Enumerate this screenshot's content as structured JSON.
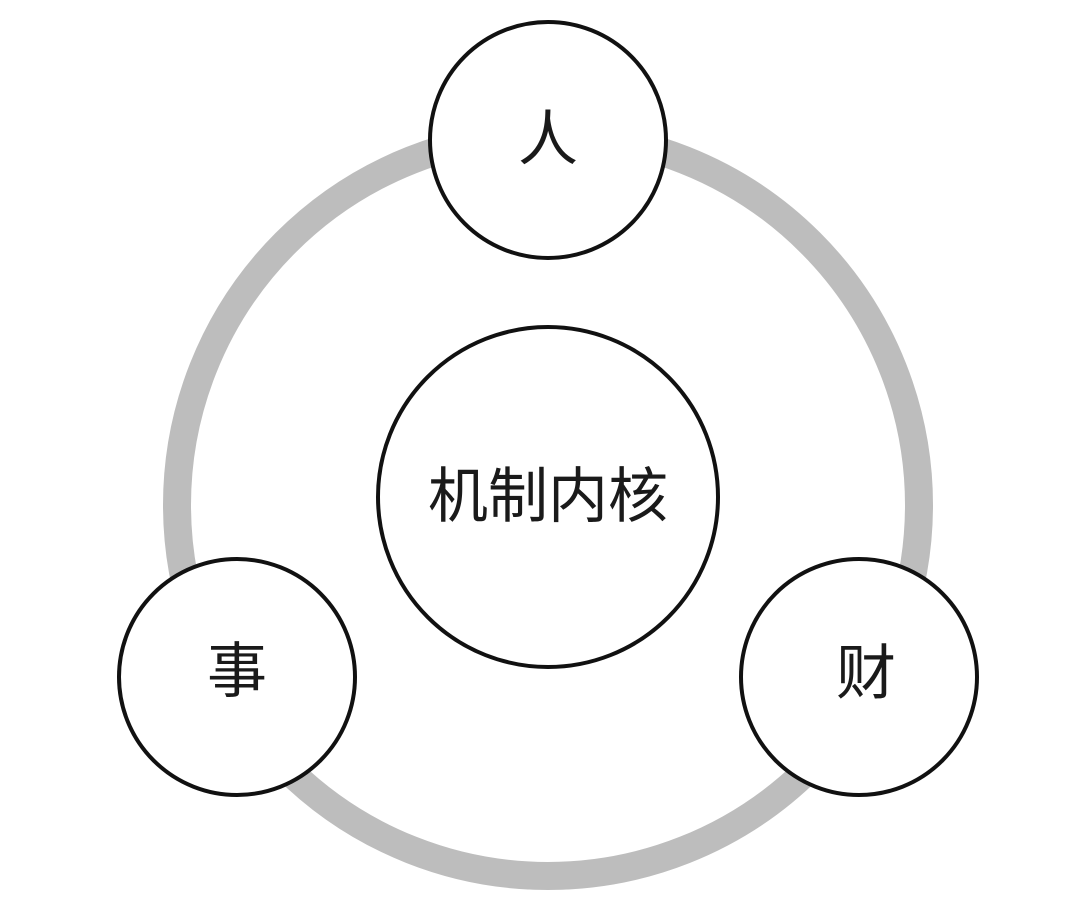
{
  "diagram": {
    "center_label": "机制内核",
    "nodes": [
      {
        "label": "人"
      },
      {
        "label": "事"
      },
      {
        "label": "财"
      }
    ],
    "colors": {
      "ring": "#bdbdbd",
      "stroke": "#111111",
      "text": "#1a1a1a",
      "background": "#ffffff"
    }
  }
}
